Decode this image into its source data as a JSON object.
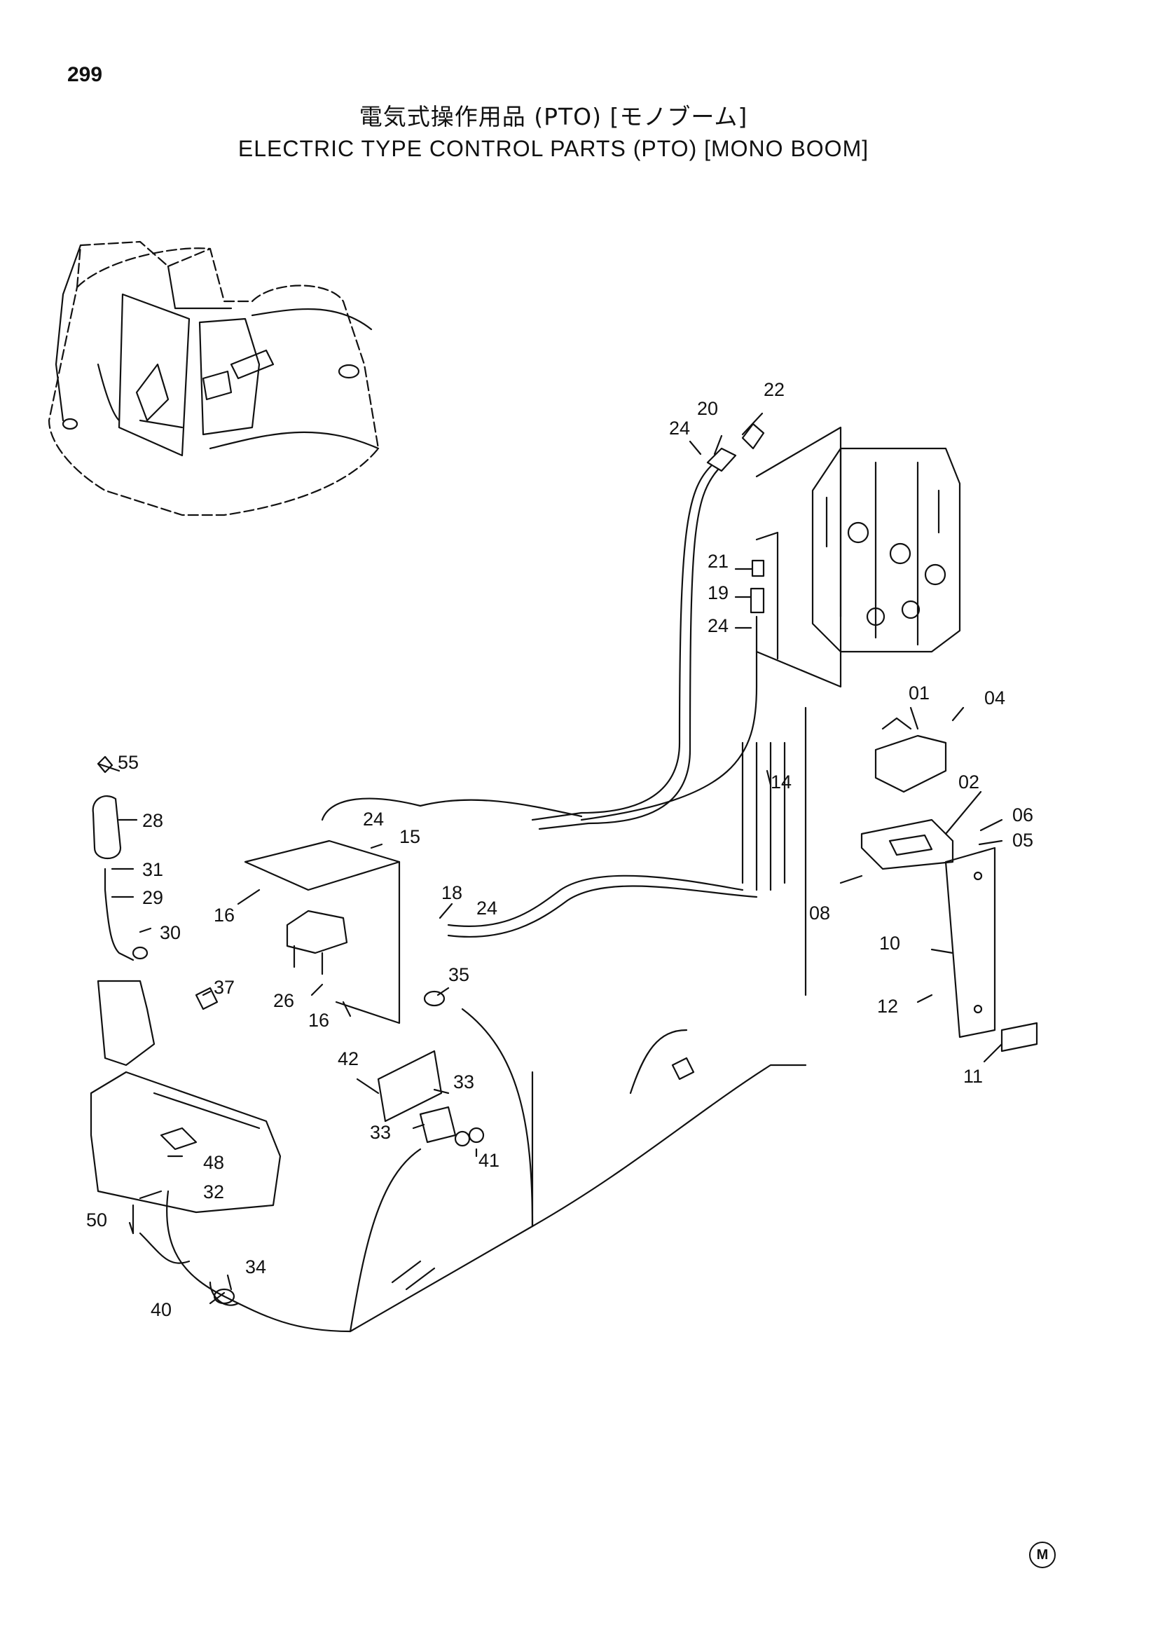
{
  "page_number": "299",
  "title_jp": "電気式操作用品 (PTO) [モノブーム]",
  "title_en": "ELECTRIC TYPE CONTROL PARTS (PTO) [MONO BOOM]",
  "mark": "M",
  "callouts": {
    "c01": "01",
    "c02": "02",
    "c04": "04",
    "c05": "05",
    "c06": "06",
    "c08": "08",
    "c10": "10",
    "c11": "11",
    "c12": "12",
    "c14": "14",
    "c15": "15",
    "c16a": "16",
    "c16b": "16",
    "c18": "18",
    "c19": "19",
    "c20": "20",
    "c21": "21",
    "c22": "22",
    "c24a": "24",
    "c24b": "24",
    "c24c": "24",
    "c24d": "24",
    "c26": "26",
    "c28": "28",
    "c29": "29",
    "c30": "30",
    "c31": "31",
    "c32": "32",
    "c33a": "33",
    "c33b": "33",
    "c34": "34",
    "c35": "35",
    "c37": "37",
    "c40": "40",
    "c41": "41",
    "c42": "42",
    "c48": "48",
    "c50": "50",
    "c55": "55"
  }
}
